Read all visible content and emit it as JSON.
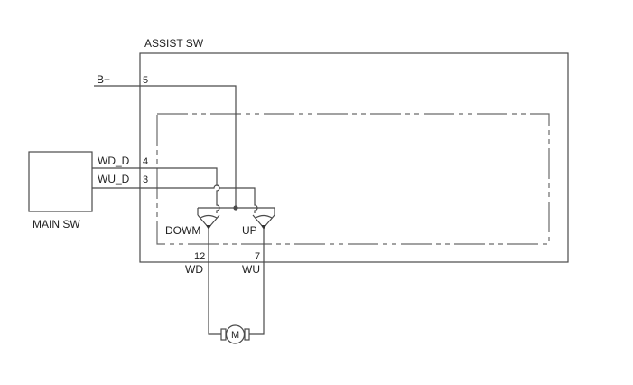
{
  "diagram": {
    "assist_switch": {
      "label": "ASSIST SW",
      "pins": {
        "power": "5",
        "wd_in": "4",
        "wu_in": "3",
        "wd_out": "12",
        "wu_out": "7"
      },
      "switches": {
        "down": "DOWM",
        "up": "UP"
      },
      "outputs": {
        "wd": "WD",
        "wu": "WU"
      }
    },
    "main_switch": {
      "label": "MAIN SW"
    },
    "power_label": "B+",
    "wires": {
      "wd_d": "WD_D",
      "wu_d": "WU_D"
    },
    "motor": {
      "label": "M"
    }
  }
}
